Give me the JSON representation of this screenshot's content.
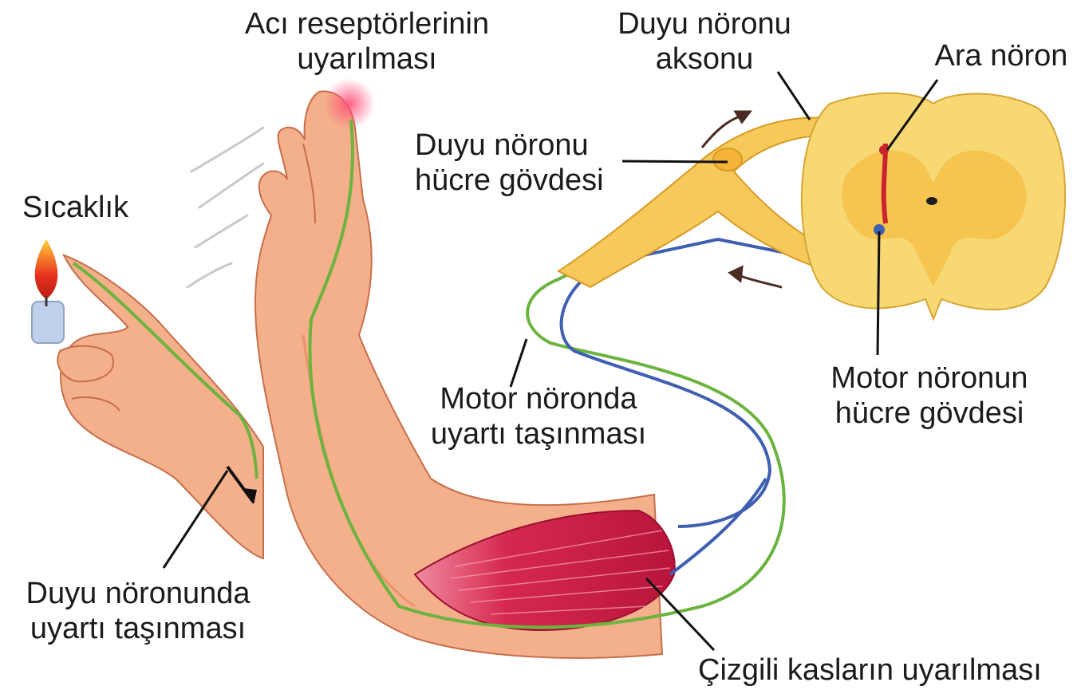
{
  "labels": {
    "pain_receptors": [
      "Acı reseptörlerinin",
      "uyarılması"
    ],
    "heat": "Sıcaklık",
    "sensory_axon": [
      "Duyu nöronu",
      "aksonu"
    ],
    "interneuron": "Ara nöron",
    "sensory_cell_body": [
      "Duyu nöronu",
      "hücre gövdesi"
    ],
    "motor_transmission": [
      "Motor nöronda",
      "uyartı taşınması"
    ],
    "motor_cell_body": [
      "Motor nöronun",
      "hücre gövdesi"
    ],
    "sensory_transmission": [
      "Duyu nöronunda",
      "uyartı taşınması"
    ],
    "muscle": "Çizgili kasların uyarılması"
  },
  "colors": {
    "skin": "#f4b08a",
    "skin_shadow": "#e0835c",
    "muscle": "#d6284f",
    "sensory_nerve": "#6cb33f",
    "motor_nerve": "#3f5fb0",
    "spinal_outer": "#f7d873",
    "spinal_gray": "#f4c24a",
    "flame": "#e8321e"
  }
}
